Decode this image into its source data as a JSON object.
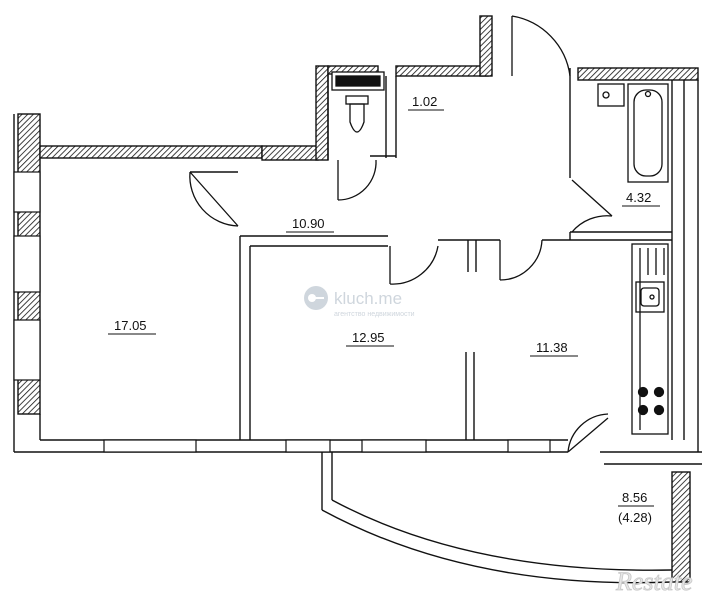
{
  "rooms": [
    {
      "id": "wc",
      "area": "1.02"
    },
    {
      "id": "bathroom",
      "area": "4.32"
    },
    {
      "id": "hallway",
      "area": "10.90"
    },
    {
      "id": "living-room",
      "area": "17.05"
    },
    {
      "id": "bedroom",
      "area": "12.95"
    },
    {
      "id": "kitchen",
      "area": "11.38"
    },
    {
      "id": "loggia",
      "area": "8.56",
      "reduced_area": "(4.28)"
    }
  ],
  "watermark": {
    "brand": "kluch.me",
    "tagline": "агентство недвижимости"
  },
  "corner_logo": "Restate"
}
